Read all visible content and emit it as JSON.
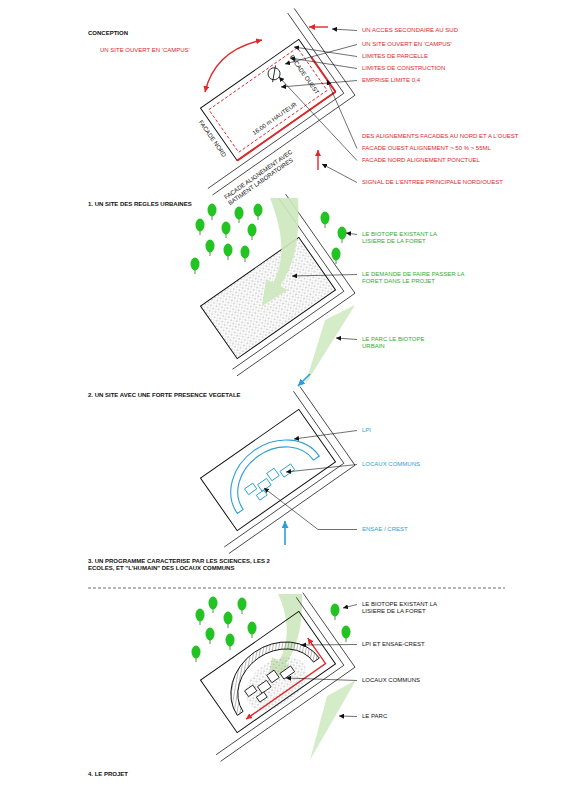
{
  "diagram": {
    "title": "CONCEPTION",
    "labels": [
      "UN SITE OUVERT EN 'CAMPUS'",
      "FACADE NORD",
      "16.00 m HAUTEUR",
      "FACADE OUEST",
      "FACADE ALIGNEMENT AVEC BATIMENT LABORATOIRES",
      "UN ACCES SECONDAIRE AU SUD",
      "UN SITE OUVERT EN 'CAMPUS'",
      "LIMITES DE PARCELLE",
      "LIMITES DE CONSTRUCTION",
      "EMPRISE LIMITE 0,4",
      "DES ALIGNEMENTS FACADES AU NORD ET A L'OUEST",
      "FACADE OUEST ALIGNEMENT > 50 % > 55ML",
      "FACADE NORD ALIGNEMENT PONCTUEL",
      "SIGNAL DE L'ENTREE PRINCIPALE NORD/OUEST",
      "1. UN SITE DES REGLES URBAINES",
      "LE BIOTOPE EXISTANT LA LISIERE DE LA FORET",
      "LE DEMANDE DE FAIRE PASSER LA FORET DANS LE PROJET",
      "LE PARC LE BIOTOPE URBAIN",
      "2. UN SITE AVEC UNE FORTE PRESENCE VEGETALE",
      "LPI",
      "LOCAUX COMMUNS",
      "ENSAE / CREST",
      "3. UN PROGRAMME CARACTERISE PAR LES SCIENCES, LES 2 ECOLES, ET \"L'HUMAIN\" DES LOCAUX COMMUNS",
      "LE BIOTOPE EXISTANT LA LISIERE DE LA FORET",
      "LPI ET ENSAE-CREST",
      "LOCAUX COMMUNS",
      "LE PARC",
      "4. LE PROJET"
    ]
  }
}
